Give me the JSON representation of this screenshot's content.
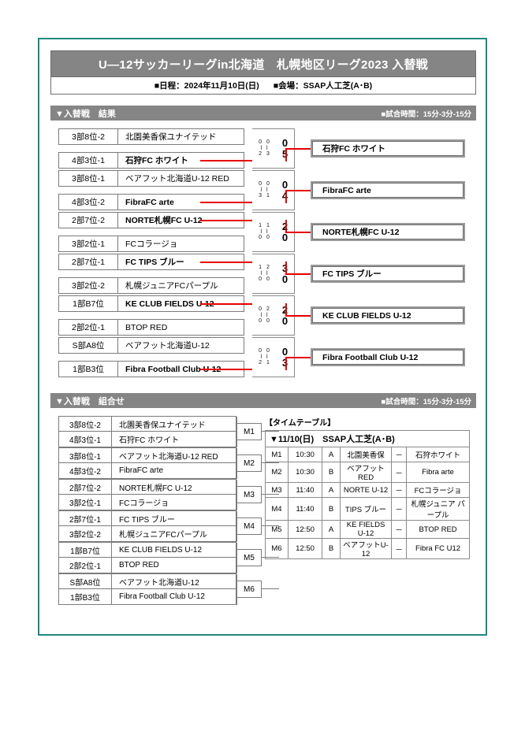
{
  "header": {
    "title": "U―12サッカーリーグin北海道　札幌地区リーグ2023 入替戦",
    "date": "■日程：2024年11月10日(日)",
    "venue": "■会場：SSAP人工芝(A･B)"
  },
  "results_section": {
    "heading": "▼入替戦　結果",
    "match_time": "■試合時間：15分-3分-15分",
    "matches": [
      {
        "top": {
          "seed": "3部8位-2",
          "team": "北園美香保ユナイテッド",
          "winner": false
        },
        "bottom": {
          "seed": "4部3位-1",
          "team": "石狩FC ホワイト",
          "winner": true
        },
        "halves_top": [
          "0",
          "0"
        ],
        "halves_bottom": [
          "2",
          "3"
        ],
        "total_top": "0",
        "total_bottom": "5",
        "winner_name": "石狩FC ホワイト",
        "winner_side": "bottom"
      },
      {
        "top": {
          "seed": "3部8位-1",
          "team": "ベアフット北海道U-12 RED",
          "winner": false
        },
        "bottom": {
          "seed": "4部3位-2",
          "team": "FibraFC arte",
          "winner": true
        },
        "halves_top": [
          "0",
          "0"
        ],
        "halves_bottom": [
          "3",
          "1"
        ],
        "total_top": "0",
        "total_bottom": "4",
        "winner_name": "FibraFC arte",
        "winner_side": "bottom"
      },
      {
        "top": {
          "seed": "2部7位-2",
          "team": "NORTE札幌FC U-12",
          "winner": true
        },
        "bottom": {
          "seed": "3部2位-1",
          "team": "FCコラージョ",
          "winner": false
        },
        "halves_top": [
          "1",
          "1"
        ],
        "halves_bottom": [
          "0",
          "0"
        ],
        "total_top": "2",
        "total_bottom": "0",
        "winner_name": "NORTE札幌FC U-12",
        "winner_side": "top"
      },
      {
        "top": {
          "seed": "2部7位-1",
          "team": "FC TIPS ブルー",
          "winner": true
        },
        "bottom": {
          "seed": "3部2位-2",
          "team": "札幌ジュニアFCパープル",
          "winner": false
        },
        "halves_top": [
          "1",
          "2"
        ],
        "halves_bottom": [
          "0",
          "0"
        ],
        "total_top": "3",
        "total_bottom": "0",
        "winner_name": "FC TIPS ブルー",
        "winner_side": "top"
      },
      {
        "top": {
          "seed": "1部B7位",
          "team": "KE CLUB FIELDS U-12",
          "winner": true
        },
        "bottom": {
          "seed": "2部2位-1",
          "team": "BTOP RED",
          "winner": false
        },
        "halves_top": [
          "0",
          "2"
        ],
        "halves_bottom": [
          "0",
          "0"
        ],
        "total_top": "2",
        "total_bottom": "0",
        "winner_name": "KE CLUB FIELDS U-12",
        "winner_side": "top"
      },
      {
        "top": {
          "seed": "S部A8位",
          "team": "ベアフット北海道U-12",
          "winner": false
        },
        "bottom": {
          "seed": "1部B3位",
          "team": "Fibra Football Club U-12",
          "winner": true
        },
        "halves_top": [
          "0",
          "0"
        ],
        "halves_bottom": [
          "2",
          "1"
        ],
        "total_top": "0",
        "total_bottom": "3",
        "winner_name": "Fibra Football Club U-12",
        "winner_side": "bottom"
      }
    ]
  },
  "pairings_section": {
    "heading": "▼入替戦　組合せ",
    "match_time": "■試合時間：15分-3分-15分",
    "matches": [
      {
        "label": "M1",
        "top": {
          "seed": "3部8位-2",
          "team": "北園美香保ユナイテッド"
        },
        "bottom": {
          "seed": "4部3位-1",
          "team": "石狩FC ホワイト"
        }
      },
      {
        "label": "M2",
        "top": {
          "seed": "3部8位-1",
          "team": "ベアフット北海道U-12 RED"
        },
        "bottom": {
          "seed": "4部3位-2",
          "team": "FibraFC arte"
        }
      },
      {
        "label": "M3",
        "top": {
          "seed": "2部7位-2",
          "team": "NORTE札幌FC U-12"
        },
        "bottom": {
          "seed": "3部2位-1",
          "team": "FCコラージョ"
        }
      },
      {
        "label": "M4",
        "top": {
          "seed": "2部7位-1",
          "team": "FC TIPS ブルー"
        },
        "bottom": {
          "seed": "3部2位-2",
          "team": "札幌ジュニアFCパープル"
        }
      },
      {
        "label": "M5",
        "top": {
          "seed": "1部B7位",
          "team": "KE CLUB FIELDS U-12"
        },
        "bottom": {
          "seed": "2部2位-1",
          "team": "BTOP RED"
        }
      },
      {
        "label": "M6",
        "top": {
          "seed": "S部A8位",
          "team": "ベアフット北海道U-12"
        },
        "bottom": {
          "seed": "1部B3位",
          "team": "Fibra Football Club U-12"
        }
      }
    ]
  },
  "timetable": {
    "label": "【タイムテーブル】",
    "head": "▼11/10(日)　SSAP人工芝(A･B)",
    "rows": [
      {
        "m": "M1",
        "time": "10:30",
        "pitch": "A",
        "home": "北園美香保",
        "dash": "－",
        "away": "石狩ホワイト"
      },
      {
        "m": "M2",
        "time": "10:30",
        "pitch": "B",
        "home": "ベアフットRED",
        "dash": "－",
        "away": "Fibra arte"
      },
      {
        "m": "M3",
        "time": "11:40",
        "pitch": "A",
        "home": "NORTE U-12",
        "dash": "－",
        "away": "FCコラージョ"
      },
      {
        "m": "M4",
        "time": "11:40",
        "pitch": "B",
        "home": "TIPS ブルー",
        "dash": "－",
        "away": "札幌ジュニア パープル"
      },
      {
        "m": "M5",
        "time": "12:50",
        "pitch": "A",
        "home": "KE FIELDS U-12",
        "dash": "－",
        "away": "BTOP RED"
      },
      {
        "m": "M6",
        "time": "12:50",
        "pitch": "B",
        "home": "ベアフットU-12",
        "dash": "－",
        "away": "Fibra FC U12"
      }
    ]
  },
  "colors": {
    "accent_border": "#1f8a80",
    "header_gray": "#858585",
    "winner_line": "#e60000"
  }
}
